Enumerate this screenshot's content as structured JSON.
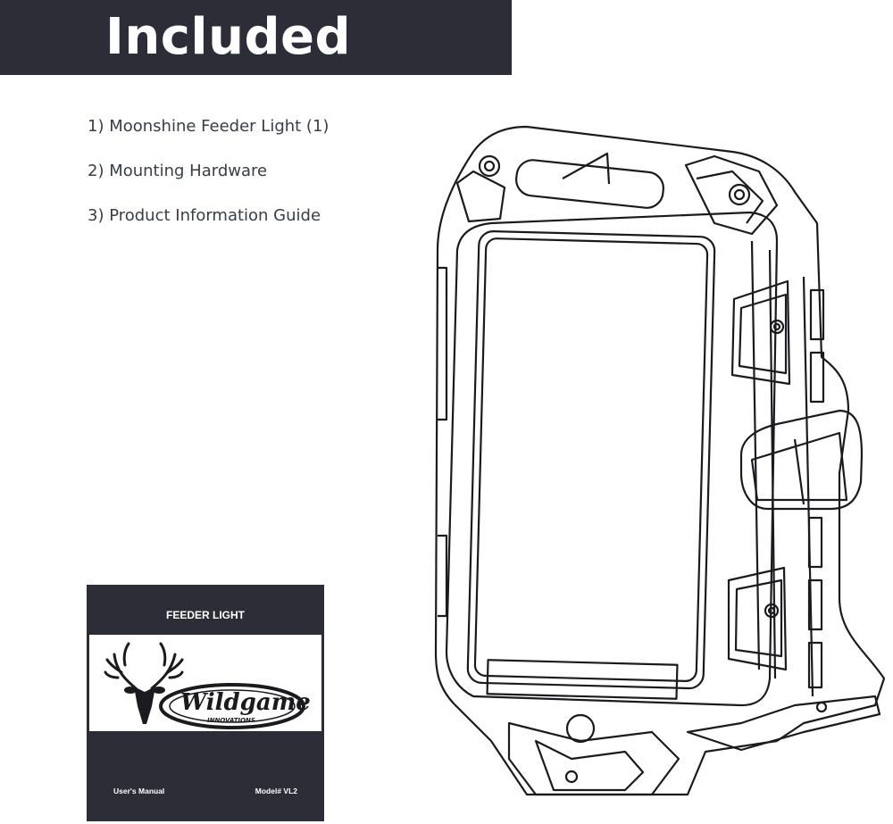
{
  "header": {
    "title": "Included Parts"
  },
  "parts": [
    {
      "label": "1) Moonshine Feeder Light (1)"
    },
    {
      "label": "2) Mounting Hardware"
    },
    {
      "label": "3) Product Information Guide"
    }
  ],
  "manual": {
    "title": "FEEDER LIGHT",
    "brand": "Wildgame",
    "brand_sub": "INNOVATIONS",
    "footer_left": "User's Manual",
    "footer_right": "Model# VL2"
  },
  "colors": {
    "dark": "#2c2d37",
    "text": "#3a3c47",
    "line": "#1b1b1f"
  }
}
